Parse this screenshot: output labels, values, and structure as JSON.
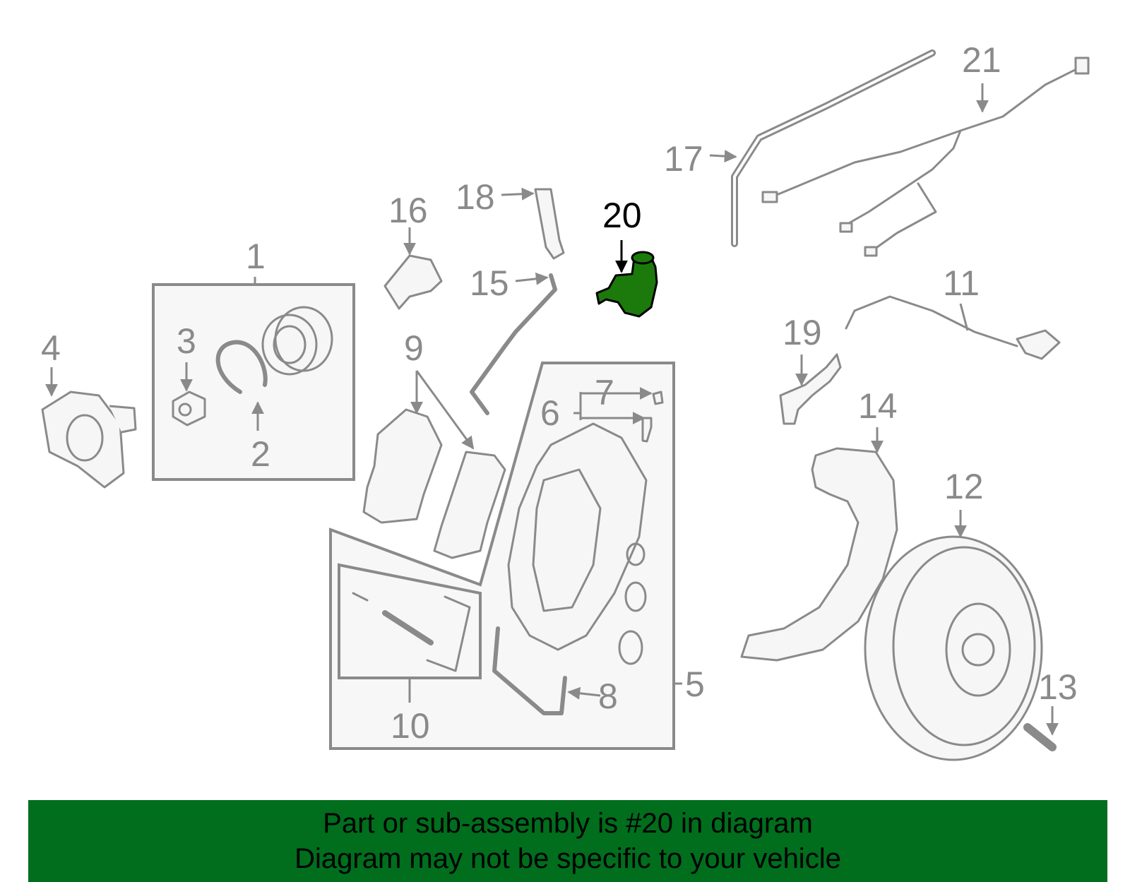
{
  "callouts": [
    "1",
    "2",
    "3",
    "4",
    "5",
    "6",
    "7",
    "8",
    "9",
    "10",
    "11",
    "12",
    "13",
    "14",
    "15",
    "16",
    "17",
    "18",
    "19",
    "20",
    "21"
  ],
  "highlight": {
    "part_number": "20",
    "color": "#1c7a0c"
  },
  "banner": {
    "line1": "Part or sub-assembly is #20 in diagram",
    "line2": "Diagram may not be specific to your vehicle",
    "background": "#006e1d"
  }
}
